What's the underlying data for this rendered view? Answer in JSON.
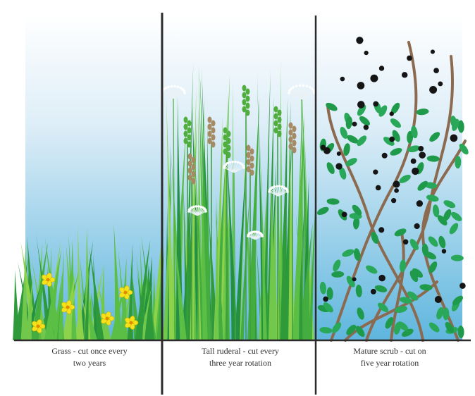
{
  "panels": [
    {
      "id": "grass",
      "caption_line1": "Grass - cut once every",
      "caption_line2": "two years"
    },
    {
      "id": "tall-ruderal",
      "caption_line1": "Tall ruderal - cut every",
      "caption_line2": "three year rotation"
    },
    {
      "id": "mature-scrub",
      "caption_line1": "Mature scrub - cut on",
      "caption_line2": "five year rotation"
    }
  ],
  "colors": {
    "sky_top": "#ffffff",
    "sky_bottom": "#5fb6de",
    "grass_dark": "#2e9a3a",
    "grass_light": "#8cd24a",
    "flower": "#f6e21a",
    "seedhead": "#a58a63",
    "stem": "#8b6a4f",
    "leaf": "#1f9a4a",
    "berry": "#151515",
    "divider": "#2b2b2b"
  }
}
